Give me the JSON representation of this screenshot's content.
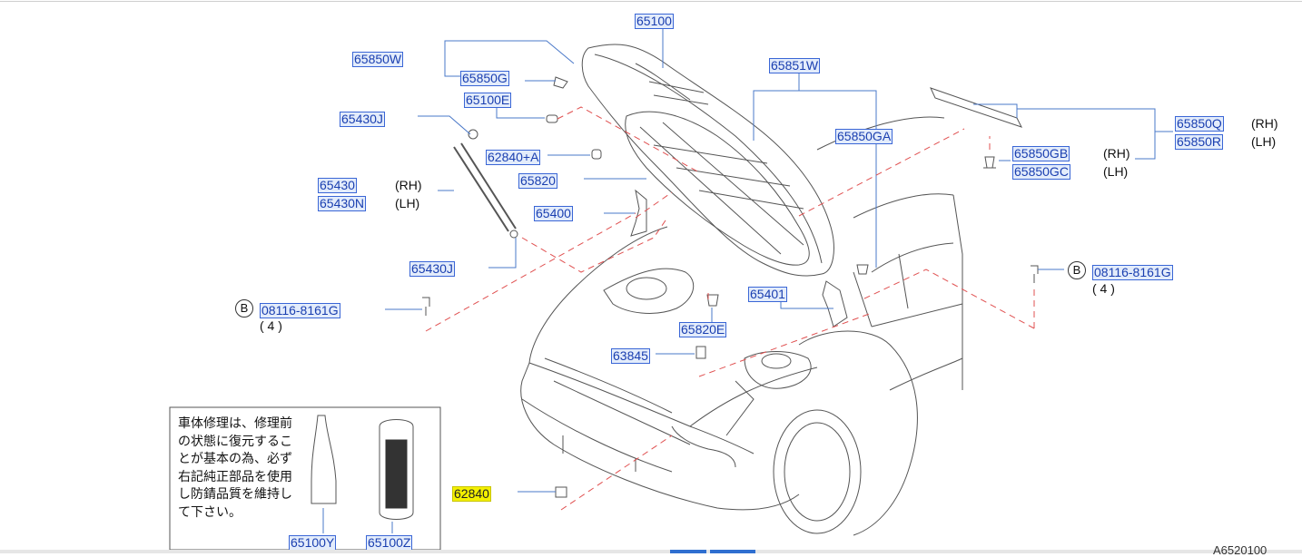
{
  "parts": {
    "p65100": "65100",
    "p65850W": "65850W",
    "p65850G": "65850G",
    "p65100E": "65100E",
    "p65430J_top": "65430J",
    "p62840A": "62840+A",
    "p65430": "65430",
    "p65430N": "65430N",
    "p65820": "65820",
    "p65400": "65400",
    "p65430J_bottom": "65430J",
    "p65851W": "65851W",
    "p65850GA": "65850GA",
    "p65850Q": "65850Q",
    "p65850R": "65850R",
    "p65850GB": "65850GB",
    "p65850GC": "65850GC",
    "p08116_left": "08116-8161G",
    "p08116_right": "08116-8161G",
    "p65401": "65401",
    "p65820E": "65820E",
    "p63845": "63845",
    "p62840": "62840",
    "p65100Y": "65100Y",
    "p65100Z": "65100Z"
  },
  "side": {
    "rh": "(RH)",
    "lh": "(LH)",
    "qty": "( 4 )",
    "bolt_ref": "B"
  },
  "note": "車体修理は、修理前の状態に復元することが基本の為、必ず右記純正部品を使用し防錆品質を維持して下さい。",
  "cutoff_text": "A6520100",
  "colors": {
    "link_text": "#1a3fb0",
    "link_bg": "#e3ecfb",
    "highlight": "#f4f000",
    "dashed": "#e05050",
    "leader": "#4a78c8"
  }
}
